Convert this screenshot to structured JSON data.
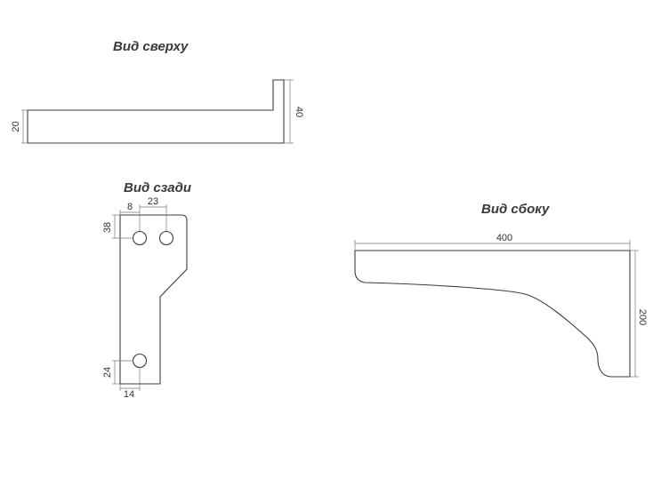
{
  "views": {
    "top": {
      "title": "Вид сверху",
      "dims": {
        "thickness": "20",
        "height": "40"
      }
    },
    "back": {
      "title": "Вид сзади",
      "dims": {
        "hole_offset": "8",
        "hole_spacing": "23",
        "top_offset": "38",
        "bottom_offset": "24",
        "side_offset": "14"
      }
    },
    "side": {
      "title": "Вид сбоку",
      "dims": {
        "length": "400",
        "height": "200"
      }
    }
  },
  "colors": {
    "line": "#3c3c3c",
    "dimension": "#777777",
    "text": "#333333"
  }
}
